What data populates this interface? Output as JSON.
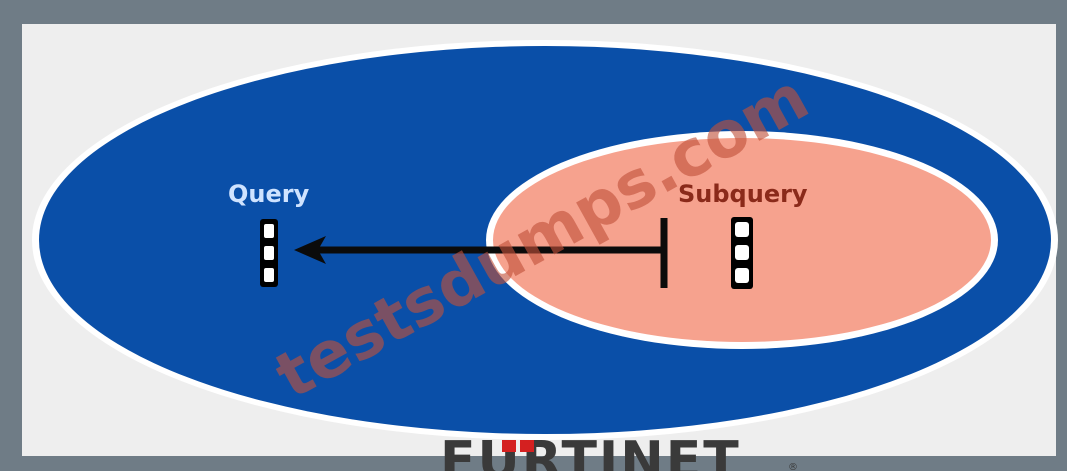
{
  "diagram": {
    "outer_label": "Query",
    "inner_label": "Subquery",
    "watermark": "testsdumps.com",
    "logo_text": "FURTINET",
    "logo_mark": "®"
  },
  "colors": {
    "frame": "#6f7c86",
    "panel": "#eeeeee",
    "outer_ellipse": "#0a4fa8",
    "inner_ellipse": "#f6a28e",
    "ellipse_border": "#ffffff",
    "outer_label": "#cfe3ff",
    "inner_label": "#8a2a1a",
    "arrow": "#0b0b0b",
    "watermark": "#c0503a",
    "logo": "#3a3a3a",
    "logo_accent": "#d42020"
  },
  "icons": {
    "query_table": "table-rows-icon",
    "subquery_table": "table-rows-icon",
    "flow_arrow": "left-arrow-icon"
  }
}
